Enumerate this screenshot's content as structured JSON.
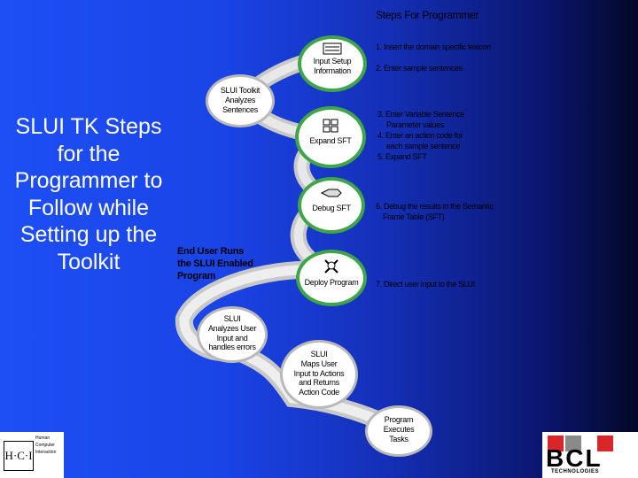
{
  "slide": {
    "title": "SLUI TK Steps for the Programmer to Follow while Setting up the Toolkit"
  },
  "steps_title": "Steps For Programmer",
  "circles": {
    "input": [
      "Input Setup",
      "Information"
    ],
    "expand": [
      "Expand SFT"
    ],
    "debug": [
      "Debug SFT"
    ],
    "deploy": [
      "Deploy Program"
    ],
    "slui_toolkit": [
      "SLUI Toolkit",
      "Analyzes",
      "Sentences"
    ],
    "slui_analyzes": [
      "SLUI",
      "Analyzes User",
      "Input and",
      "handles errors"
    ],
    "slui_maps": [
      "SLUI",
      "Maps User",
      "Input to Actions",
      "and Returns",
      "Action Code"
    ],
    "program": [
      "Program",
      "Executes",
      "Tasks"
    ]
  },
  "steps": {
    "s1": "1. Insert the domain specific lexicon",
    "s2": "2. Enter sample sentences",
    "s3a": "3. Enter Variable Sentence",
    "s3b": "Parameter values",
    "s4a": "4. Enter an action code for",
    "s4b": "each sample sentence",
    "s5": "5. Expand SFT",
    "s6a": "6. Debug the results in the Semantic",
    "s6b": "Frame Table (SFT)",
    "s7": "7. Direct user input to the SLUI"
  },
  "end_user": [
    "End User Runs",
    "the SLUI Enabled",
    "Program"
  ],
  "logos": {
    "left": [
      "H",
      "C",
      "I"
    ],
    "left_lines": [
      "Human",
      "Computer",
      "Interaction"
    ],
    "right": "BCL",
    "right_sub": "TECHNOLOGIES"
  },
  "colors": {
    "green_ring": "#3fa548",
    "gray_ring": "#b9b9b9",
    "background": "#1d4ff5"
  }
}
